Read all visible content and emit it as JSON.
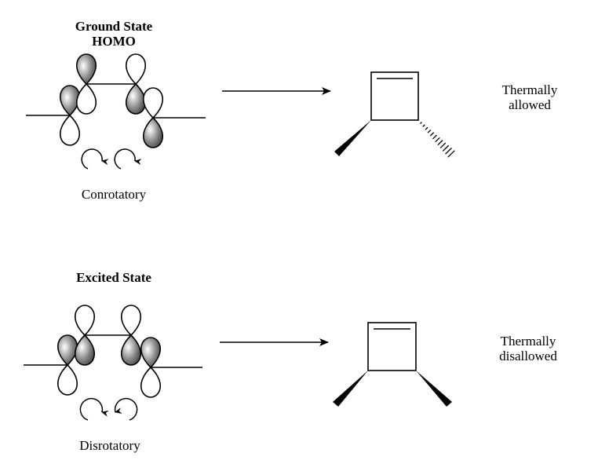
{
  "panels": [
    {
      "id": "ground",
      "title_lines": [
        "Ground State",
        "HOMO"
      ],
      "rotation_label": "Conrotatory",
      "rotation_icons": [
        "clockwise-arrow-icon",
        "clockwise-arrow-icon"
      ],
      "orbital_phases": [
        "shaded-top",
        "shaded-top",
        "shaded-bottom",
        "shaded-bottom"
      ],
      "product": "trans-3,4-dimethylcyclobutene",
      "substituent_bonds": [
        "wedge",
        "hash"
      ],
      "result_lines": [
        "Thermally",
        "allowed"
      ]
    },
    {
      "id": "excited",
      "title_lines": [
        "Excited State"
      ],
      "rotation_label": "Disrotatory",
      "rotation_icons": [
        "clockwise-arrow-icon",
        "counterclockwise-arrow-icon"
      ],
      "orbital_phases": [
        "shaded-top",
        "shaded-bottom",
        "shaded-bottom",
        "shaded-top"
      ],
      "product": "cis-3,4-dimethylcyclobutene",
      "substituent_bonds": [
        "wedge",
        "wedge"
      ],
      "result_lines": [
        "Thermally",
        "disallowed"
      ]
    }
  ],
  "colors": {
    "line": "#000000",
    "lobe_shade": "#6a6a6a",
    "background": "#ffffff"
  }
}
